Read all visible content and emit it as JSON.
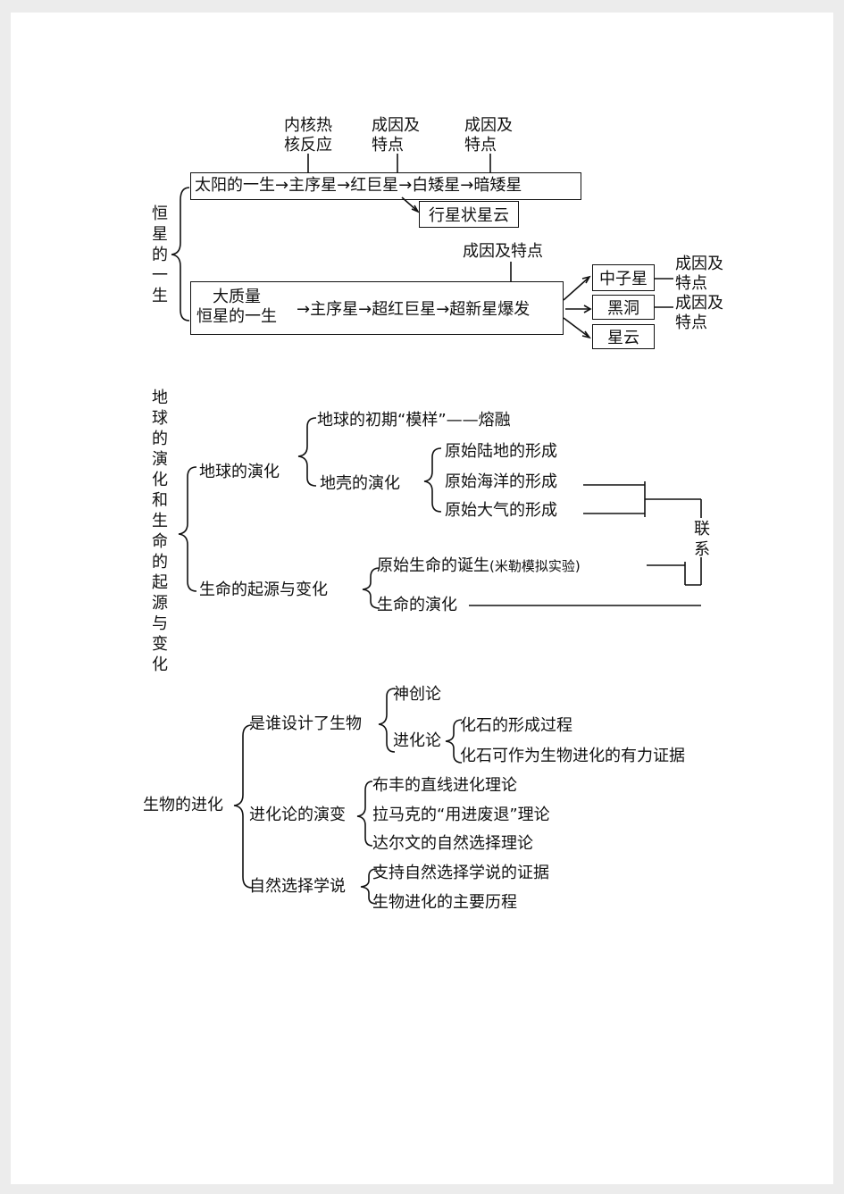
{
  "star": {
    "side_title": "恒星的一生",
    "labels": {
      "core": "内核热\n核反应",
      "red_giant": "成因及\n特点",
      "white_dwarf": "成因及\n特点",
      "supernova": "成因及特点",
      "neutron": "成因及\n特点",
      "blackhole": "成因及\n特点"
    },
    "sun_chain": [
      "太阳的一生",
      "主序星",
      "红巨星",
      "白矮星",
      "暗矮星"
    ],
    "arrow": "→",
    "nebula": "行星状星云",
    "massive_title": "大质量\n恒星的一生",
    "massive_chain": [
      "主序星",
      "超红巨星",
      "超新星爆发"
    ],
    "endings": [
      "中子星",
      "黑洞",
      "星云"
    ]
  },
  "earth": {
    "side_title": "地球的演化和生命的起源与变化",
    "earth_evolution": "地球的演化",
    "early": "地球的初期“模样”——熔融",
    "crust": "地壳的演化",
    "crust_items": [
      "原始陆地的形成",
      "原始海洋的形成",
      "原始大气的形成"
    ],
    "life_origin": "生命的起源与变化",
    "birth": "原始生命的诞生",
    "birth_note": "(米勒模拟实验)",
    "life_evolution": "生命的演化",
    "link": "联系"
  },
  "bio": {
    "root": "生物的进化",
    "who": "是谁设计了生物",
    "creation": "神创论",
    "evolution": "进化论",
    "fossil": [
      "化石的形成过程",
      "化石可作为生物进化的有力证据"
    ],
    "theory": "进化论的演变",
    "theory_items": [
      "布丰的直线进化理论",
      "拉马克的“用进废退”理论",
      "达尔文的自然选择理论"
    ],
    "natural": "自然选择学说",
    "natural_items": [
      "支持自然选择学说的证据",
      "生物进化的主要历程"
    ]
  }
}
